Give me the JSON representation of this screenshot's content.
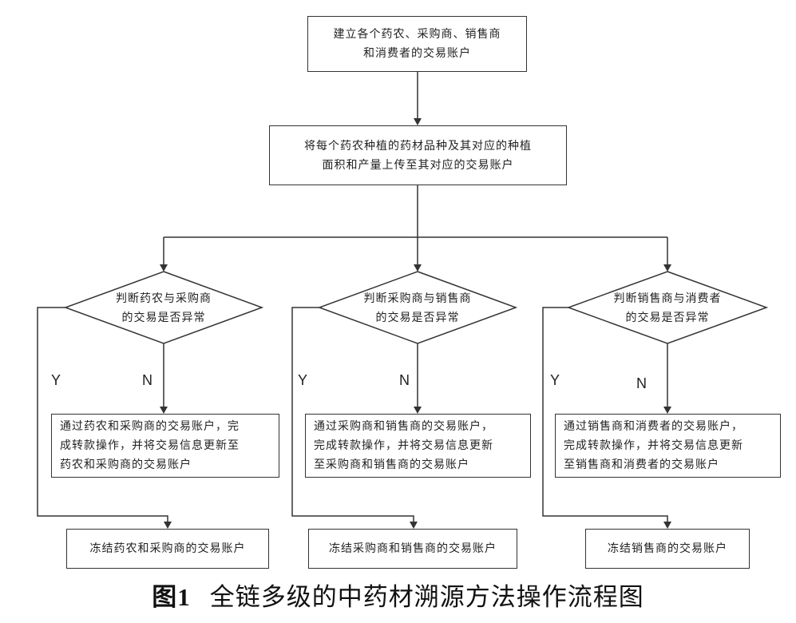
{
  "flowchart": {
    "step1": "建立各个药农、采购商、销售商\n和消费者的交易账户",
    "step2": "将每个药农种植的药材品种及其对应的种植\n面积和产量上传至其对应的交易账户",
    "branches": [
      {
        "decision": "判断药农与采购商\n的交易是否异常",
        "yes_label": "Y",
        "no_label": "N",
        "normal_action": "通过药农和采购商的交易账户，完\n成转款操作，并将交易信息更新至\n药农和采购商的交易账户",
        "abnormal_action": "冻结药农和采购商的交易账户"
      },
      {
        "decision": "判断采购商与销售商\n的交易是否异常",
        "yes_label": "Y",
        "no_label": "N",
        "normal_action": "通过采购商和销售商的交易账户，\n完成转款操作，并将交易信息更新\n至采购商和销售商的交易账户",
        "abnormal_action": "冻结采购商和销售商的交易账户"
      },
      {
        "decision": "判断销售商与消费者\n的交易是否异常",
        "yes_label": "Y",
        "no_label": "N",
        "normal_action": "通过销售商和消费者的交易账户，\n完成转款操作，并将交易信息更新\n至销售商和消费者的交易账户",
        "abnormal_action": "冻结销售商的交易账户"
      }
    ]
  },
  "caption": {
    "number": "图1",
    "text": "全链多级的中药材溯源方法操作流程图"
  }
}
